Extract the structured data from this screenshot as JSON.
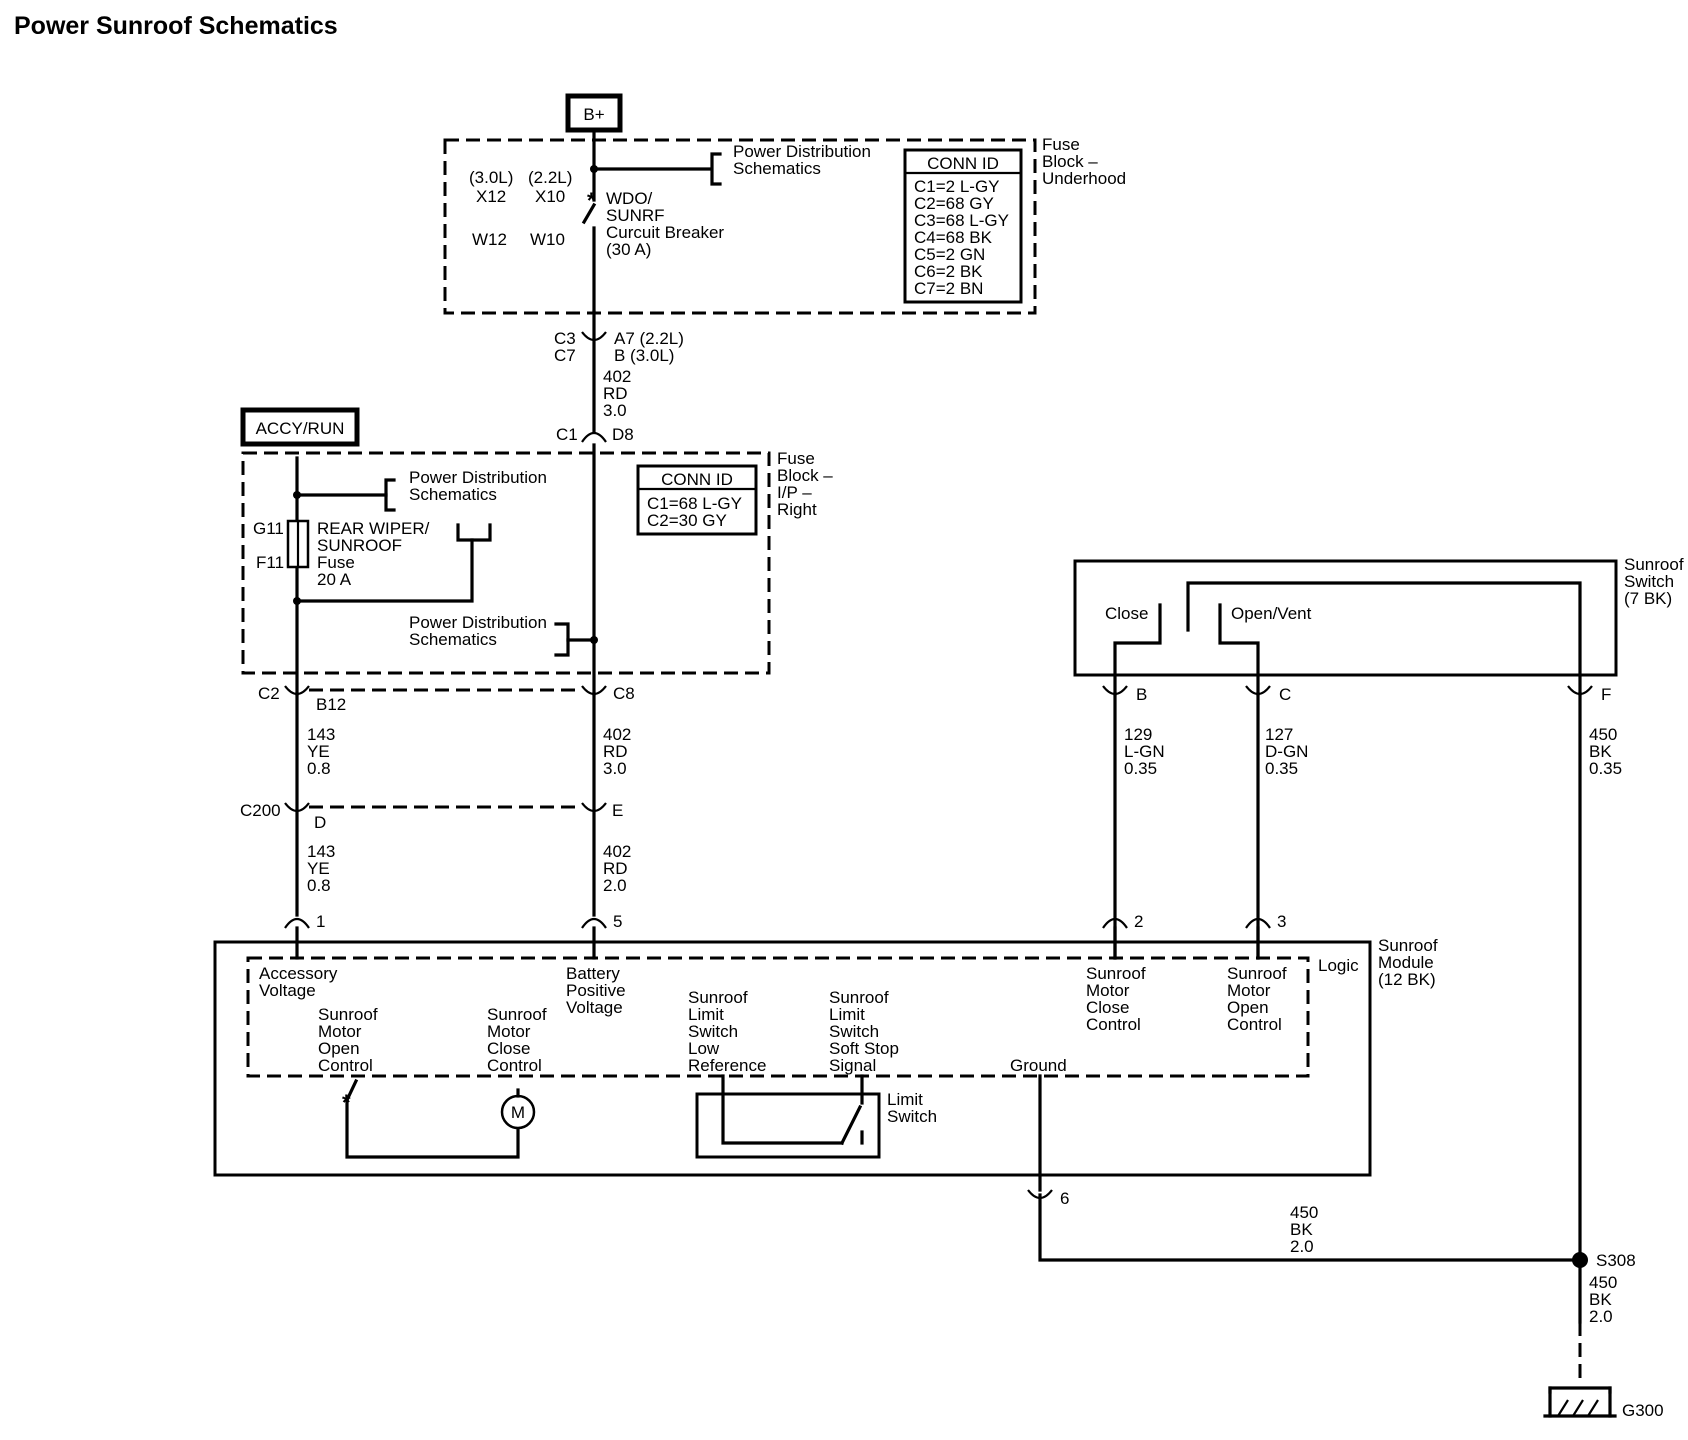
{
  "title": "Power Sunroof Schematics",
  "power_sources": {
    "bplus": "B+",
    "accy_run": "ACCY/RUN"
  },
  "fuse_block_underhood": {
    "label": [
      "Fuse",
      "Block –",
      "Underhood"
    ],
    "power_dist": [
      "Power Distribution",
      "Schematics"
    ],
    "variants": {
      "v30": {
        "engine": "(3.0L)",
        "x": "X12",
        "w": "W12"
      },
      "v22": {
        "engine": "(2.2L)",
        "x": "X10",
        "w": "W10"
      }
    },
    "breaker": [
      "WDO/",
      "SUNRF",
      "Curcuit Breaker",
      "(30 A)"
    ],
    "conn_title": "CONN ID",
    "conn_ids": [
      "C1=2 L-GY",
      "C2=68 GY",
      "C3=68 L-GY",
      "C4=68 BK",
      "C5=2 GN",
      "C6=2 BK",
      "C7=2 BN"
    ]
  },
  "connector_c3c7": {
    "left": [
      "C3",
      "C7"
    ],
    "right": [
      "A7 (2.2L)",
      "B (3.0L)"
    ]
  },
  "wire_402_a": [
    "402",
    "RD",
    "3.0"
  ],
  "connector_c1": {
    "left": "C1",
    "right": "D8"
  },
  "fuse_block_ip": {
    "label": [
      "Fuse",
      "Block –",
      "I/P –",
      "Right"
    ],
    "power_dist_top": [
      "Power Distribution",
      "Schematics"
    ],
    "power_dist_bottom": [
      "Power Distribution",
      "Schematics"
    ],
    "fuse_ids": [
      "G11",
      "F11"
    ],
    "fuse_label": [
      "REAR WIPER/",
      "SUNROOF",
      "Fuse",
      "20 A"
    ],
    "conn_title": "CONN ID",
    "conn_ids": [
      "C1=68 L-GY",
      "C2=30 GY"
    ]
  },
  "connector_c2": {
    "left": "C2",
    "pin": "B12"
  },
  "connector_c8": {
    "label": "C8"
  },
  "wire_143_a": [
    "143",
    "YE",
    "0.8"
  ],
  "wire_402_b": [
    "402",
    "RD",
    "3.0"
  ],
  "connector_c200": {
    "left": "C200",
    "pin_d": "D",
    "pin_e": "E"
  },
  "wire_143_b": [
    "143",
    "YE",
    "0.8"
  ],
  "wire_402_c": [
    "402",
    "RD",
    "2.0"
  ],
  "sunroof_switch": {
    "label": [
      "Sunroof",
      "Switch",
      "(7 BK)"
    ],
    "close": "Close",
    "open_vent": "Open/Vent",
    "pins": [
      "B",
      "C",
      "F"
    ]
  },
  "wire_129": [
    "129",
    "L-GN",
    "0.35"
  ],
  "wire_127": [
    "127",
    "D-GN",
    "0.35"
  ],
  "wire_450_a": [
    "450",
    "BK",
    "0.35"
  ],
  "module": {
    "label": [
      "Sunroof",
      "Module",
      "(12 BK)"
    ],
    "logic": "Logic",
    "pins": [
      "1",
      "5",
      "2",
      "3",
      "6"
    ],
    "accessory_voltage": [
      "Accessory",
      "Voltage"
    ],
    "battery_voltage": [
      "Battery",
      "Positive",
      "Voltage"
    ],
    "motor_open": [
      "Sunroof",
      "Motor",
      "Open",
      "Control"
    ],
    "motor_close": [
      "Sunroof",
      "Motor",
      "Close",
      "Control"
    ],
    "limit_low": [
      "Sunroof",
      "Limit",
      "Switch",
      "Low",
      "Reference"
    ],
    "limit_soft": [
      "Sunroof",
      "Limit",
      "Switch",
      "Soft Stop",
      "Signal"
    ],
    "motor_close_ctrl": [
      "Sunroof",
      "Motor",
      "Close",
      "Control"
    ],
    "motor_open_ctrl": [
      "Sunroof",
      "Motor",
      "Open",
      "Control"
    ],
    "ground": "Ground",
    "limit_switch": [
      "Limit",
      "Switch"
    ],
    "motor_symbol": "M"
  },
  "wire_450_b": [
    "450",
    "BK",
    "2.0"
  ],
  "splice": "S308",
  "wire_450_c": [
    "450",
    "BK",
    "2.0"
  ],
  "ground_id": "G300"
}
